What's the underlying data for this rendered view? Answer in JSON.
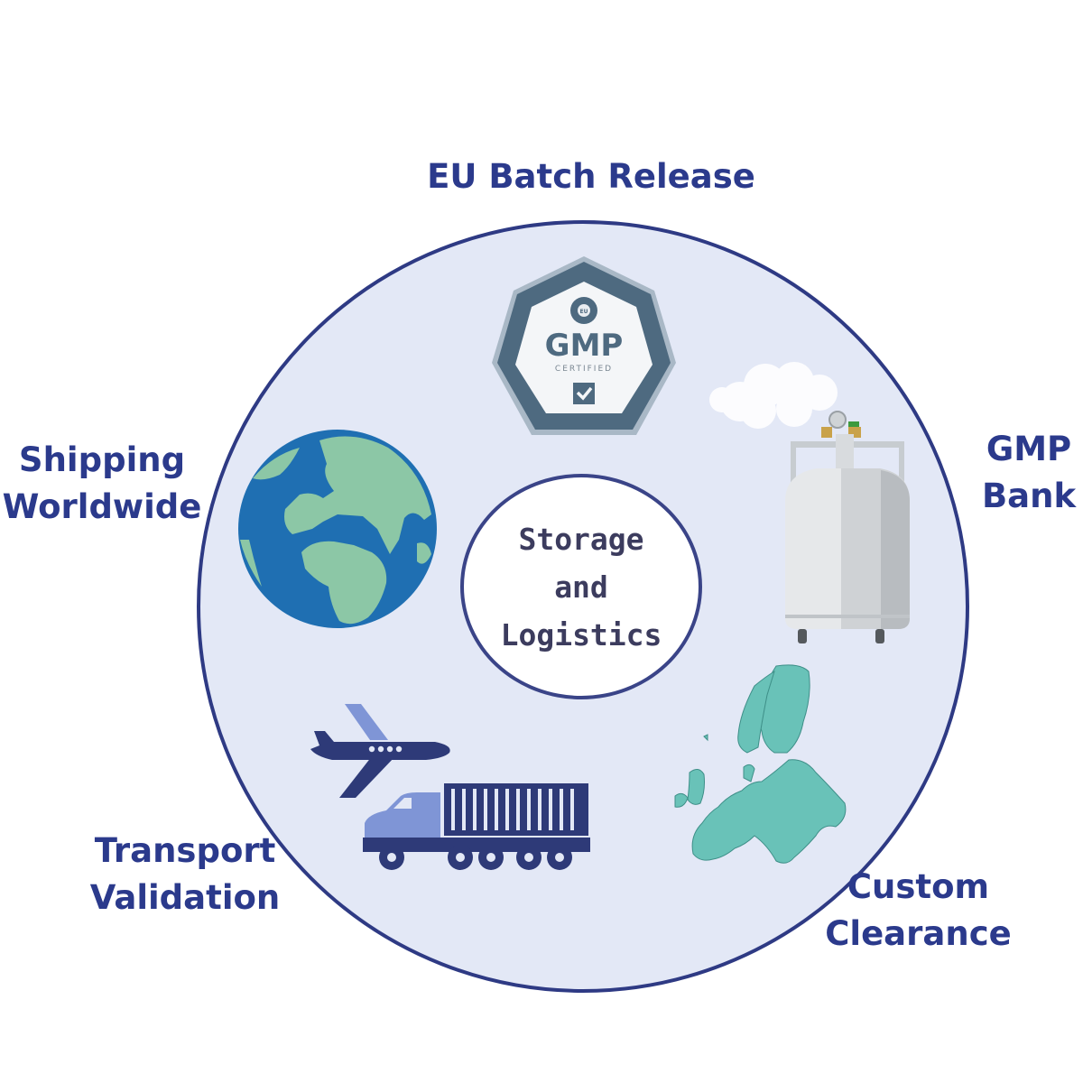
{
  "title": "Storage and Logistics",
  "center": {
    "lines": [
      "Storage",
      "and",
      "Logistics"
    ]
  },
  "labels": {
    "eu_batch_release": {
      "lines": [
        "EU Batch Release"
      ]
    },
    "gmp_bank": {
      "lines": [
        "GMP",
        "Bank"
      ]
    },
    "shipping_worldwide": {
      "lines": [
        "Shipping",
        "Worldwide"
      ]
    },
    "transport_validation": {
      "lines": [
        "Transport",
        "Validation"
      ]
    },
    "custom_clearance": {
      "lines": [
        "Custom",
        "Clearance"
      ]
    }
  },
  "icons": {
    "gmp_badge": {
      "name": "gmp-certified-badge-icon",
      "text": "GMP",
      "subtext": "CERTIFIED",
      "seal": "EU"
    },
    "cryo_tank": {
      "name": "cryogenic-tank-icon"
    },
    "globe": {
      "name": "globe-icon"
    },
    "plane": {
      "name": "airplane-icon"
    },
    "truck": {
      "name": "truck-icon"
    },
    "europe_map": {
      "name": "europe-map-icon"
    }
  },
  "colors": {
    "label_text": "#2b3a8c",
    "circle_fill": "#e3e8f6",
    "circle_border": "#2e3a84",
    "badge": "#4e6a80",
    "globe_ocean": "#1f6fb2",
    "globe_land": "#8cc7a6",
    "europe": "#69c2b8",
    "vehicle_dark": "#2e3a78",
    "vehicle_light": "#7f95d6"
  }
}
